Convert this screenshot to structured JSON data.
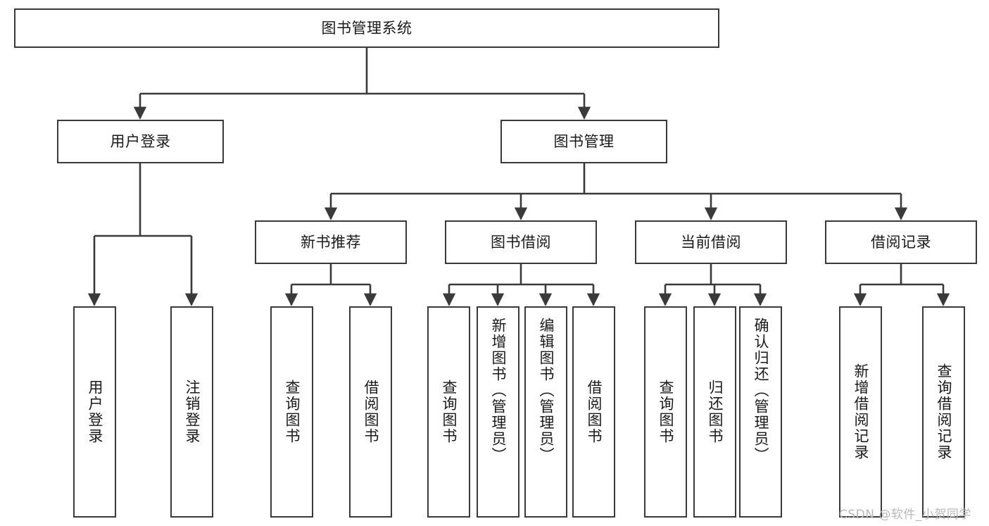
{
  "diagram": {
    "type": "hierarchy-tree",
    "title": "图书管理系统",
    "root": {
      "label": "图书管理系统"
    },
    "level1": [
      {
        "label": "用户登录"
      },
      {
        "label": "图书管理"
      }
    ],
    "level2": [
      {
        "label": "新书推荐"
      },
      {
        "label": "图书借阅"
      },
      {
        "label": "当前借阅"
      },
      {
        "label": "借阅记录"
      }
    ],
    "leaves": {
      "user_login": [
        {
          "label": "用户登录"
        },
        {
          "label": "注销登录"
        }
      ],
      "new_book_recommend": [
        {
          "label": "查询图书"
        },
        {
          "label": "借阅图书"
        }
      ],
      "book_borrow": [
        {
          "label": "查询图书"
        },
        {
          "label": "新增图书（管理员）"
        },
        {
          "label": "编辑图书（管理员）"
        },
        {
          "label": "借阅图书"
        }
      ],
      "current_borrow": [
        {
          "label": "查询图书"
        },
        {
          "label": "归还图书"
        },
        {
          "label": "确认归还（管理员）"
        }
      ],
      "borrow_record": [
        {
          "label": "新增借阅记录"
        },
        {
          "label": "查询借阅记录"
        }
      ]
    }
  },
  "watermark": {
    "text": "CSDN @软件_小贺同学"
  },
  "colors": {
    "box_border": "#3a3a3a",
    "box_fill": "#ffffff",
    "text": "#1a1a1a",
    "line": "#3a3a3a",
    "watermark": "#b9b9b9",
    "background": "#ffffff"
  }
}
